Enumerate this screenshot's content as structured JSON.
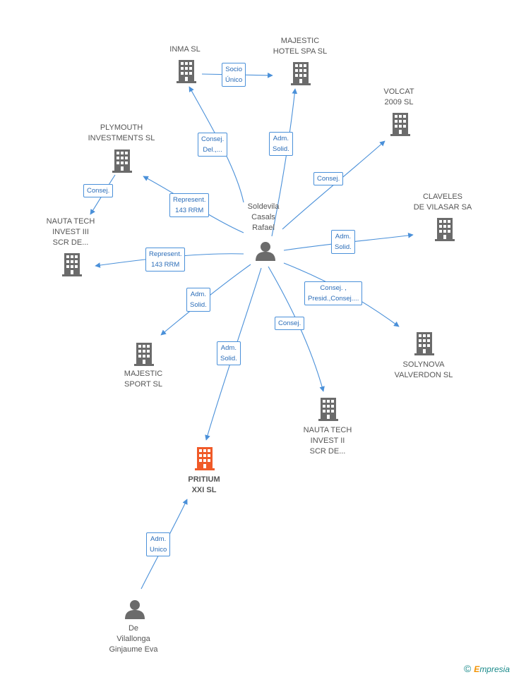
{
  "nodes": {
    "soldevila": {
      "lines": [
        "Soldevila",
        "Casals",
        "Rafael"
      ],
      "kind": "person"
    },
    "devilallonga": {
      "lines": [
        "De",
        "Vilallonga",
        "Ginjaume Eva"
      ],
      "kind": "person"
    },
    "inma": {
      "lines": [
        "INMA SL"
      ],
      "kind": "company"
    },
    "majestic_hotel": {
      "lines": [
        "MAJESTIC",
        "HOTEL SPA SL"
      ],
      "kind": "company"
    },
    "volcat": {
      "lines": [
        "VOLCAT",
        "2009 SL"
      ],
      "kind": "company"
    },
    "plymouth": {
      "lines": [
        "PLYMOUTH",
        "INVESTMENTS SL"
      ],
      "kind": "company"
    },
    "claveles": {
      "lines": [
        "CLAVELES",
        "DE VILASAR SA"
      ],
      "kind": "company"
    },
    "nauta3": {
      "lines": [
        "NAUTA TECH",
        "INVEST III",
        "SCR DE..."
      ],
      "kind": "company"
    },
    "solynova": {
      "lines": [
        "SOLYNOVA",
        "VALVERDON SL"
      ],
      "kind": "company"
    },
    "majestic_sport": {
      "lines": [
        "MAJESTIC",
        "SPORT SL"
      ],
      "kind": "company"
    },
    "nauta2": {
      "lines": [
        "NAUTA TECH",
        "INVEST II",
        "SCR DE..."
      ],
      "kind": "company"
    },
    "pritium": {
      "lines": [
        "PRITIUM",
        "XXI SL"
      ],
      "kind": "company-main"
    }
  },
  "relations": {
    "socio_unico": [
      "Socio",
      "Único"
    ],
    "consej_del": [
      "Consej.",
      "Del.,..."
    ],
    "adm_solid_majestic": [
      "Adm.",
      "Solid."
    ],
    "consej_volcat": [
      "Consej."
    ],
    "consej_plymouth": [
      "Consej."
    ],
    "represent_plymouth": [
      "Represent.",
      "143 RRM"
    ],
    "represent_nauta3": [
      "Represent.",
      "143 RRM"
    ],
    "adm_solid_claveles": [
      "Adm.",
      "Solid."
    ],
    "consej_presid": [
      "Consej. ,",
      "Presid.,Consej...."
    ],
    "adm_solid_sport": [
      "Adm.",
      "Solid."
    ],
    "consej_nauta2": [
      "Consej."
    ],
    "adm_solid_pritium": [
      "Adm.",
      "Solid."
    ],
    "adm_unico": [
      "Adm.",
      "Unico"
    ]
  },
  "colors": {
    "edge": "#4a90d9",
    "company_icon": "#6b6b6b",
    "main_icon": "#f05a28",
    "person_icon": "#6b6b6b",
    "label_border": "#4a90d9"
  },
  "icons": {
    "company": "building-icon",
    "person": "person-icon"
  },
  "brand": {
    "copyright": "©",
    "first_letter": "E",
    "rest": "mpresia"
  }
}
